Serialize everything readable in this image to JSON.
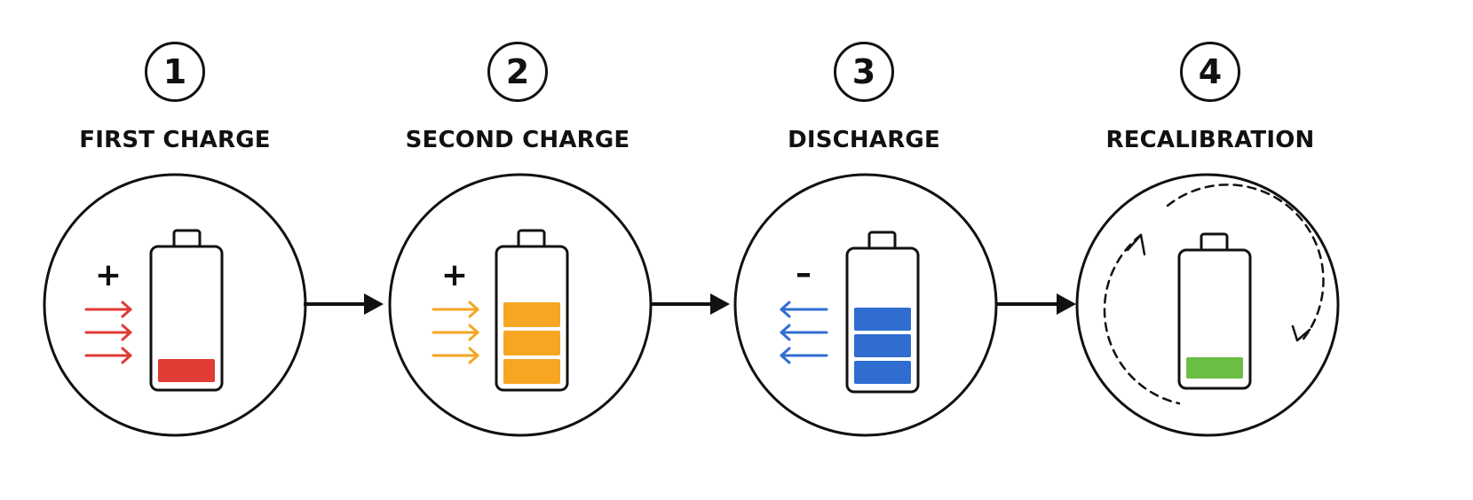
{
  "steps": [
    {
      "number": "1",
      "title": "FIRST CHARGE",
      "sign": "+",
      "color": "#e03b35",
      "fill_segments": 1,
      "arrow_direction": "in"
    },
    {
      "number": "2",
      "title": "SECOND CHARGE",
      "sign": "+",
      "color": "#f6a623",
      "fill_segments": 3,
      "arrow_direction": "in"
    },
    {
      "number": "3",
      "title": "DISCHARGE",
      "sign": "–",
      "color": "#2f6dd0",
      "fill_segments": 3,
      "arrow_direction": "out"
    },
    {
      "number": "4",
      "title": "RECALIBRATION",
      "sign": "",
      "color": "#6cbd45",
      "fill_segments": 1,
      "arrow_direction": "cycle"
    }
  ],
  "colors": {
    "stroke": "#111111",
    "background": "#ffffff"
  }
}
